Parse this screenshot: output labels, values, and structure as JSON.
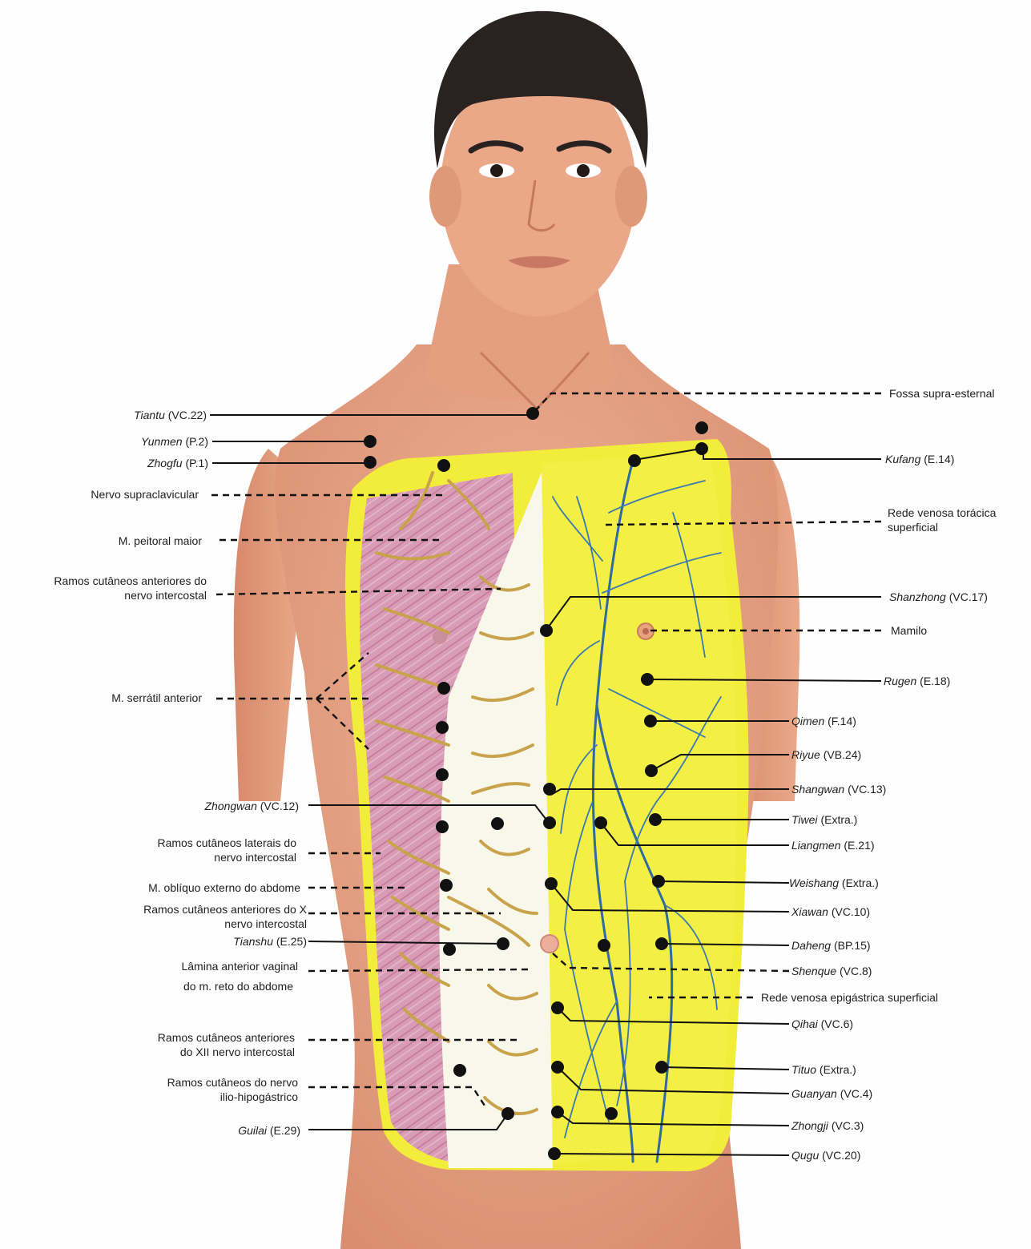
{
  "left_labels": [
    {
      "name": "Tiantu",
      "code": "(VC.22)"
    },
    {
      "name": "Yunmen",
      "code": "(P.2)"
    },
    {
      "name": "Zhogfu",
      "code": "(P.1)"
    },
    {
      "text": "Nervo supraclavicular"
    },
    {
      "text": "M. peitoral maior"
    },
    {
      "line1": "Ramos cutâneos anteriores do",
      "line2": "nervo intercostal"
    },
    {
      "text": "M. serrátil anterior"
    },
    {
      "name": "Zhongwan",
      "code": "(VC.12)"
    },
    {
      "line1": "Ramos cutâneos laterais do",
      "line2": "nervo intercostal"
    },
    {
      "text": "M. oblíquo externo do abdome"
    },
    {
      "line1": "Ramos cutâneos anteriores do X",
      "line2": "nervo intercostal"
    },
    {
      "name": "Tianshu",
      "code": "(E.25)"
    },
    {
      "line1": "Lâmina anterior vaginal",
      "line2": "do m. reto do abdome"
    },
    {
      "line1": "Ramos cutâneos anteriores",
      "line2": "do XII nervo intercostal"
    },
    {
      "line1": "Ramos cutâneos do nervo",
      "line2": "ilio-hipogástrico"
    },
    {
      "name": "Guilai",
      "code": "(E.29)"
    }
  ],
  "right_labels": [
    {
      "text": "Fossa supra-esternal"
    },
    {
      "name": "Kufang",
      "code": "(E.14)"
    },
    {
      "line1": "Rede venosa torácica",
      "line2": "superficial"
    },
    {
      "name": "Shanzhong",
      "code": "(VC.17)"
    },
    {
      "text": "Mamilo"
    },
    {
      "name": "Rugen",
      "code": "(E.18)"
    },
    {
      "name": "Qimen",
      "code": "(F.14)"
    },
    {
      "name": "Riyue",
      "code": "(VB.24)"
    },
    {
      "name": "Shangwan",
      "code": "(VC.13)"
    },
    {
      "name": "Tiwei",
      "code": "(Extra.)"
    },
    {
      "name": "Liangmen",
      "code": "(E.21)"
    },
    {
      "name": "Weishang",
      "code": "(Extra.)"
    },
    {
      "name": "Xiawan",
      "code": "(VC.10)"
    },
    {
      "name": "Daheng",
      "code": "(BP.15)"
    },
    {
      "name": "Shenque",
      "code": "(VC.8)"
    },
    {
      "text": "Rede venosa epigástrica superficial"
    },
    {
      "name": "Qihai",
      "code": "(VC.6)"
    },
    {
      "name": "Tituo",
      "code": "(Extra.)"
    },
    {
      "name": "Guanyan",
      "code": "(VC.4)"
    },
    {
      "name": "Zhongji",
      "code": "(VC.3)"
    },
    {
      "name": "Qugu",
      "code": "(VC.20)"
    }
  ],
  "colors": {
    "skin": "#e8a888",
    "skin_shadow": "#cf8468",
    "muscle": "#d79ab5",
    "fascia": "#f7f7ea",
    "fat_yellow": "#f2ec3a",
    "vein": "#2f6aa0",
    "nerve": "#c9a24c",
    "hair": "#2a2220"
  }
}
